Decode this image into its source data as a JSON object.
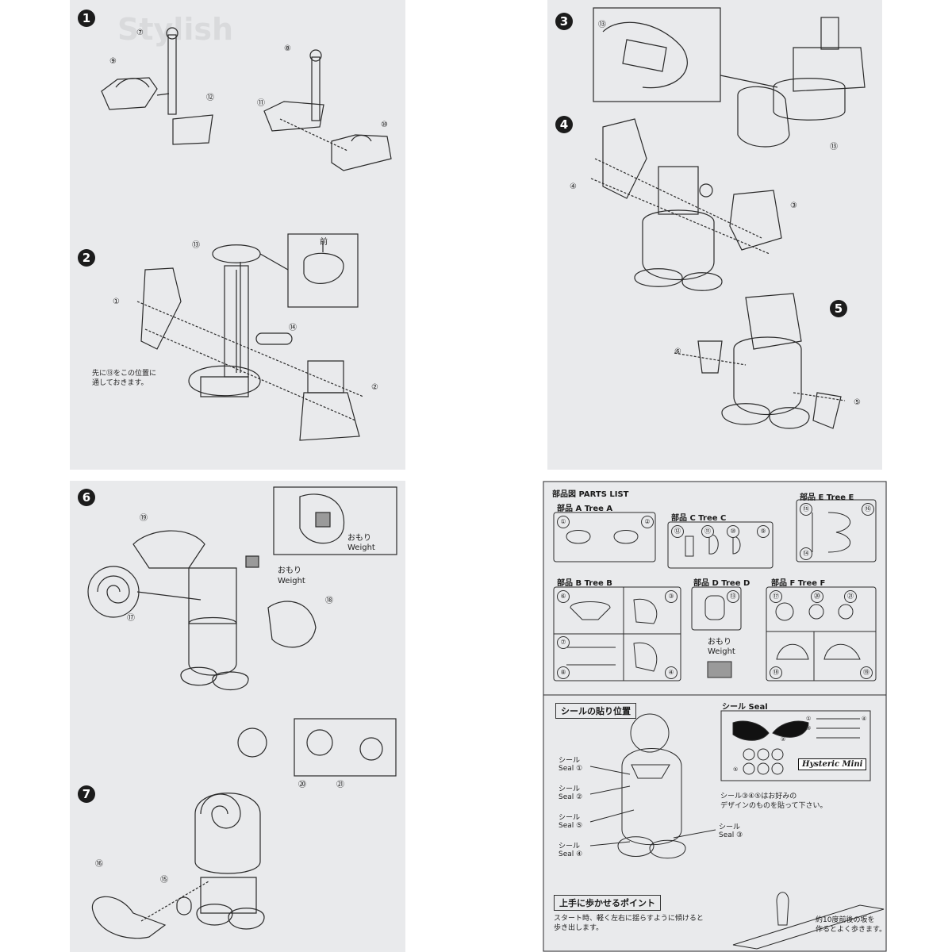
{
  "panels": {
    "p1": {
      "steps": [
        "1",
        "2"
      ],
      "callouts": [
        "⑦",
        "⑧",
        "⑨",
        "⑫",
        "⑪",
        "⑩",
        "⑬",
        "①",
        "⑭",
        "②"
      ],
      "mae_label": "前",
      "note": "先に⑬をこの位置に\n通しておきます。"
    },
    "p2": {
      "steps": [
        "3",
        "4",
        "5"
      ],
      "callouts": [
        "⑬",
        "⑬",
        "④",
        "③",
        "⑥",
        "⑤"
      ]
    },
    "p3": {
      "steps": [
        "6",
        "7"
      ],
      "callouts": [
        "⑲",
        "⑰",
        "⑱",
        "⑳",
        "㉑",
        "⑯",
        "⑮"
      ],
      "weight_jp": "おもり",
      "weight_en": "Weight"
    },
    "p4": {
      "parts_title": "部品図 PARTS LIST",
      "tree_a": "部品 A Tree A",
      "tree_c": "部品 C Tree C",
      "tree_e": "部品 E Tree E",
      "tree_b": "部品 B Tree B",
      "tree_d": "部品 D Tree D",
      "tree_f": "部品 F Tree F",
      "weight_jp": "おもり",
      "weight_en": "Weight",
      "a_nums": [
        "①",
        "②"
      ],
      "c_nums": [
        "⑫",
        "⑪",
        "⑩",
        "⑨"
      ],
      "e_nums": [
        "⑮",
        "⑯",
        "⑭"
      ],
      "b_nums": [
        "⑥",
        "③",
        "⑦",
        "⑧",
        "④"
      ],
      "d_nums": [
        "⑬"
      ],
      "f_nums": [
        "⑰",
        "⑳",
        "㉑",
        "⑱",
        "⑲"
      ],
      "seal_heading": "シールの貼り位置",
      "seal_title": "シール Seal",
      "seal_labels": [
        {
          "jp": "シール",
          "en": "Seal",
          "num": "①"
        },
        {
          "jp": "シール",
          "en": "Seal",
          "num": "②"
        },
        {
          "jp": "シール",
          "en": "Seal",
          "num": "⑤"
        },
        {
          "jp": "シール",
          "en": "Seal",
          "num": "④"
        },
        {
          "jp": "シール",
          "en": "Seal",
          "num": "③"
        }
      ],
      "sheet_nums": [
        "①",
        "②",
        "③",
        "④",
        "⑤"
      ],
      "logo": "Hysteric Mini",
      "seal_note": "シール③④⑤はお好みの\nデザインのものを貼って下さい。",
      "walk_heading": "上手に歩かせるポイント",
      "walk_text": "スタート時、軽く左右に揺らすように傾けると\n歩き出します。",
      "slope_text": "約10度前後の坂を\n作るとよく歩きます。"
    }
  },
  "colors": {
    "sheet": "#e9eaec",
    "line": "#2a2a2a",
    "weight_fill": "#9a9a9a"
  }
}
